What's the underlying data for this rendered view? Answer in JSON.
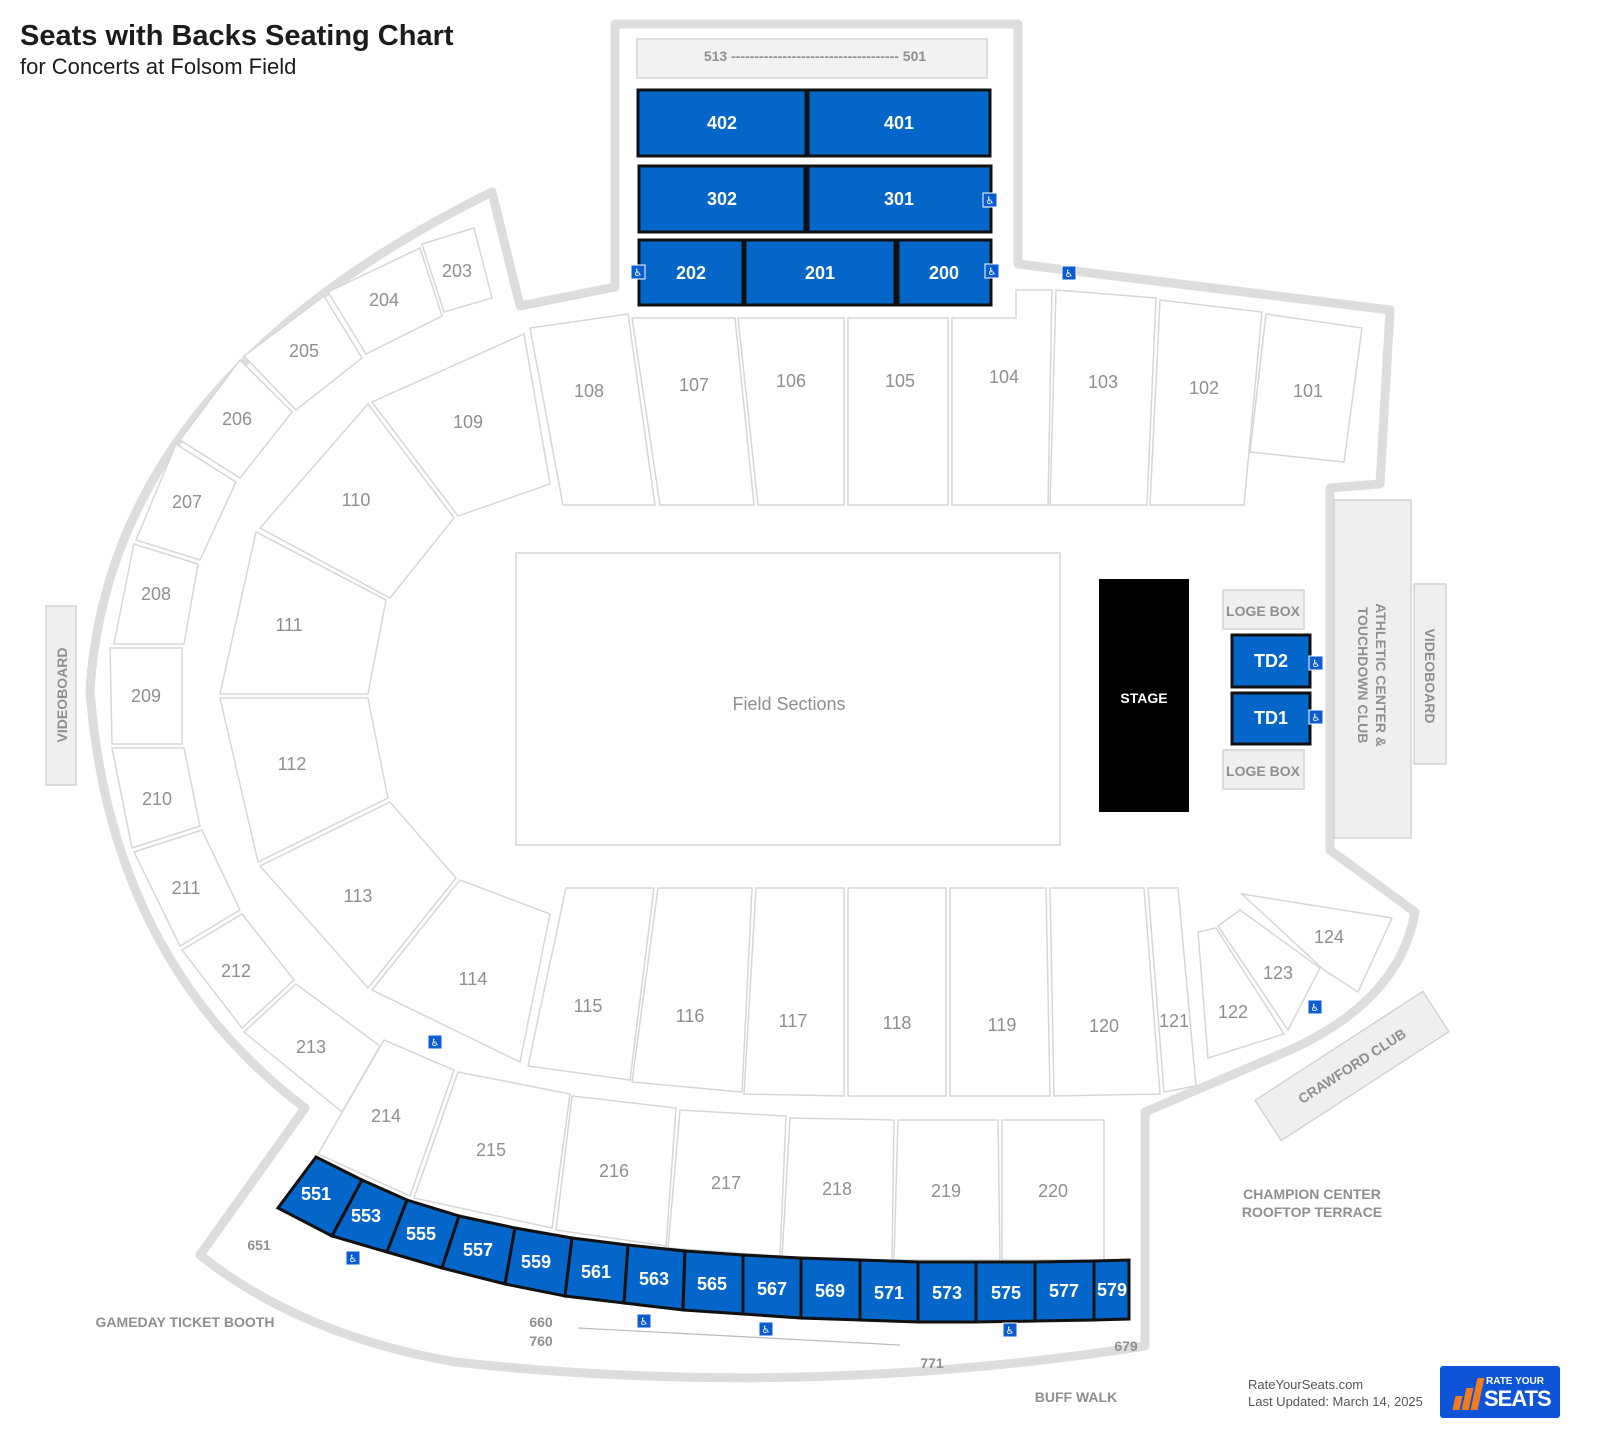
{
  "header": {
    "title": "Seats with Backs Seating Chart",
    "subtitle": "for Concerts at Folsom Field"
  },
  "colors": {
    "highlight": "#0466c8",
    "stage": "#000000",
    "accessible": "#0b5bd3"
  },
  "icons": {
    "accessible": "wheelchair-icon"
  },
  "map": {
    "upper_range_label": "513 ------------------------------------ 501",
    "field_label": "Field Sections",
    "stage_label": "STAGE",
    "loge_top": "LOGE BOX",
    "loge_bottom": "LOGE BOX",
    "videoboard_left": "VIDEOBOARD",
    "videoboard_right": "VIDEOBOARD",
    "athletic_line1": "ATHLETIC CENTER &",
    "athletic_line2": "TOUCHDOWN CLUB",
    "crawford": "CRAWFORD CLUB",
    "champion_line1": "CHAMPION CENTER",
    "champion_line2": "ROOFTOP TERRACE",
    "ticket_booth": "GAMEDAY TICKET BOOTH",
    "buff_walk": "BUFF WALK",
    "row_651": "651",
    "row_660": "660",
    "row_760": "760",
    "row_771": "771",
    "row_679": "679",
    "highlighted_sections": [
      "402",
      "401",
      "302",
      "301",
      "202",
      "201",
      "200",
      "TD2",
      "TD1",
      "551",
      "553",
      "555",
      "557",
      "559",
      "561",
      "563",
      "565",
      "567",
      "569",
      "571",
      "573",
      "575",
      "577",
      "579"
    ],
    "standard_sections": [
      "101",
      "102",
      "103",
      "104",
      "105",
      "106",
      "107",
      "108",
      "109",
      "110",
      "111",
      "112",
      "113",
      "114",
      "115",
      "116",
      "117",
      "118",
      "119",
      "120",
      "121",
      "122",
      "123",
      "124",
      "203",
      "204",
      "205",
      "206",
      "207",
      "208",
      "209",
      "210",
      "211",
      "212",
      "213",
      "214",
      "215",
      "216",
      "217",
      "218",
      "219",
      "220"
    ]
  },
  "footer": {
    "site": "RateYourSeats.com",
    "updated": "Last Updated: March 14, 2025",
    "logo_top": "RATE YOUR",
    "logo_main": "SEATS"
  }
}
